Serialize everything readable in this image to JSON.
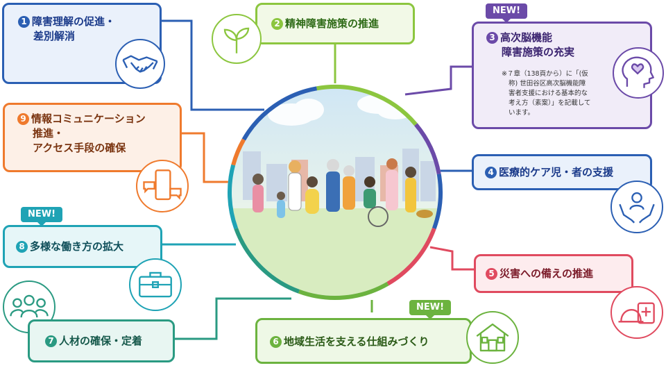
{
  "items": [
    {
      "num": "1",
      "line1": "障害理解の促進・",
      "line2": "差別解消",
      "color": "#2b5fb3",
      "icon": "handshake-icon"
    },
    {
      "num": "2",
      "line1": "精神障害施策の推進",
      "color": "#8cc63f",
      "icon": "sprout-icon"
    },
    {
      "num": "3",
      "line1": "高次脳機能",
      "line2": "障害施策の充実",
      "color": "#6b4aa8",
      "icon": "head-heart-icon",
      "badge": "NEW!",
      "note": [
        "※７章（138頁から）に「(仮",
        "称) 世田谷区高次脳機能障",
        "害者支援における基本的な",
        "考え方（素案）」を記載して",
        "います。"
      ]
    },
    {
      "num": "4",
      "line1": "医療的ケア児・者の支援",
      "color": "#2b5fb3",
      "icon": "caring-hands-icon"
    },
    {
      "num": "5",
      "line1": "災害への備えの推進",
      "color": "#e04a5f",
      "icon": "emergency-kit-icon"
    },
    {
      "num": "6",
      "line1": "地域生活を支える仕組みづくり",
      "color": "#6cb33f",
      "icon": "house-icon",
      "badge": "NEW!"
    },
    {
      "num": "7",
      "line1": "人材の確保・定着",
      "color": "#2a9a82",
      "icon": "people-group-icon"
    },
    {
      "num": "8",
      "line1": "多様な働き方の拡大",
      "color": "#1fa3b5",
      "icon": "briefcase-icon",
      "badge": "NEW!"
    },
    {
      "num": "9",
      "line1": "情報コミュニケーション",
      "line2": "推進・",
      "line3": "アクセス手段の確保",
      "color": "#ef7a2d",
      "icon": "smartphone-chat-icon"
    }
  ]
}
